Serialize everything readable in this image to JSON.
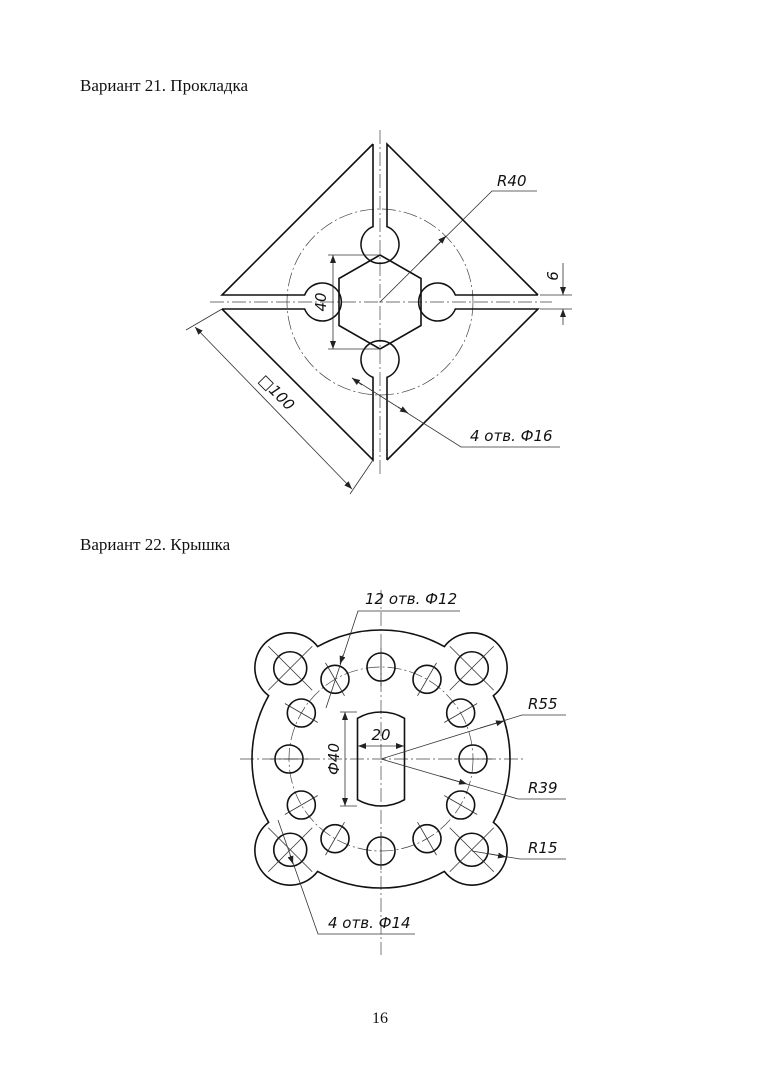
{
  "variant21": {
    "title": "Вариант 21. Прокладка",
    "dims": {
      "r40": "R40",
      "slot": "6",
      "hex": "40",
      "square": "□100",
      "holes": "4 отв. Ф16"
    }
  },
  "variant22": {
    "title": "Вариант 22. Крышка",
    "dims": {
      "holes12": "12 отв. Ф12",
      "r55": "R55",
      "w20": "20",
      "d40": "Ф40",
      "r39": "R39",
      "r15": "R15",
      "holes4": "4 отв. Ф14"
    }
  },
  "page_number": "16"
}
